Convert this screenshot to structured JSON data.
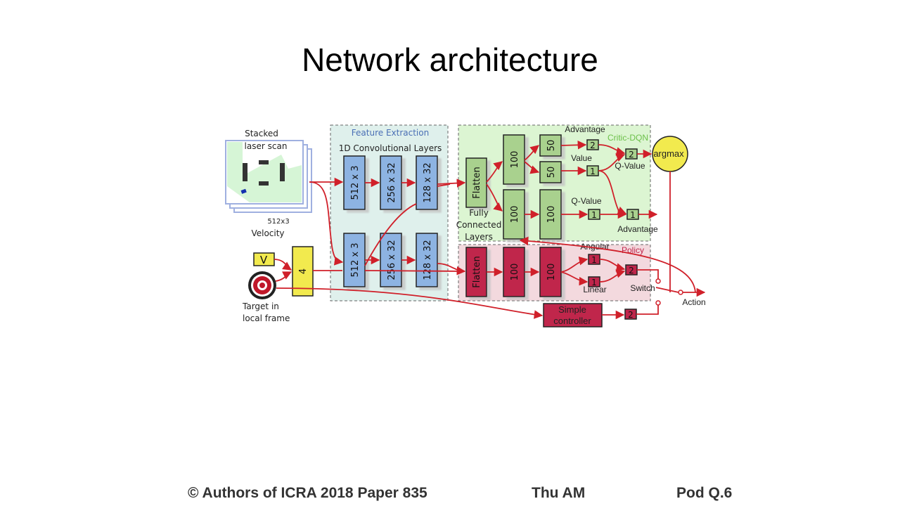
{
  "slide": {
    "title": "Network architecture",
    "footer": {
      "copyright": "© Authors of ICRA 2018 Paper 835",
      "session": "Thu AM",
      "pod": "Pod Q.6"
    }
  },
  "diagram": {
    "inputs": {
      "laser_label_1": "Stacked",
      "laser_label_2": "laser scan",
      "laser_dims": "512x3",
      "velocity_label": "Velocity",
      "velocity_block": "V",
      "target_label_1": "Target in",
      "target_label_2": "local frame",
      "concat_block": "4"
    },
    "feature_extraction": {
      "title": "Feature Extraction",
      "subtitle": "1D Convolutional Layers",
      "top_row": [
        "512 x 3",
        "256 x 32",
        "128 x 32"
      ],
      "bottom_row": [
        "512 x 3",
        "256 x 32",
        "128 x 32"
      ]
    },
    "critic": {
      "title": "Critic-DQN",
      "flatten": "Flatten",
      "fc_label_1": "Fully",
      "fc_label_2": "Connected",
      "fc_label_3": "Layers",
      "fc_top": "100",
      "branch_a": "50",
      "branch_b": "50",
      "fc_bottom_1": "100",
      "fc_bottom_2": "100",
      "adv_out": "2",
      "val_out": "1",
      "q_out": "2",
      "q_single": "1",
      "adv_single": "1",
      "lbl_advantage_top": "Advantage",
      "lbl_value": "Value",
      "lbl_qvalue_top": "Q-Value",
      "lbl_qvalue_mid": "Q-Value",
      "lbl_advantage_bottom": "Advantage",
      "argmax": "argmax"
    },
    "policy": {
      "title": "Policy",
      "flatten": "Flatten",
      "fc_1": "100",
      "fc_2": "100",
      "angular_out": "1",
      "linear_out": "1",
      "merge_out": "2",
      "lbl_angular": "Angular",
      "lbl_linear": "Linear"
    },
    "controller": {
      "block_1": "Simple",
      "block_2": "controller",
      "out": "2"
    },
    "switch_label": "Switch",
    "action_label": "Action",
    "colors": {
      "conv": "#8db3e2",
      "critic": "#a9d18e",
      "policy": "#c0264b",
      "yellow": "#f2ea4e",
      "wire": "#d0202a",
      "fe_bg": "#dff0ec",
      "critic_bg": "#dcf5d2",
      "policy_bg": "#f3d9de"
    }
  }
}
